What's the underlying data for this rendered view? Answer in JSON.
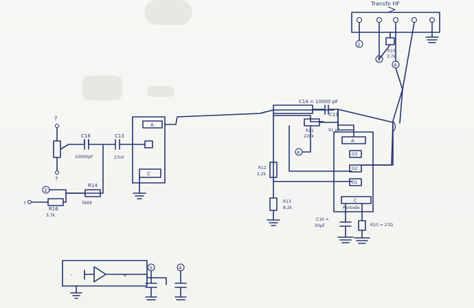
{
  "labels": {
    "transfo_hf": "Transfo HF",
    "r15": "R15",
    "r15_value": "3,7k",
    "c14": "C14 = 10000 pF",
    "c11": "C11",
    "r11": "R11",
    "r11_value": "220k",
    "c11_value": "91 pF",
    "r12": "R12",
    "r12_value": "2,2k",
    "r13": "R13",
    "r13_value": "8,2k",
    "c10": "C10 =",
    "c10_value": "50µF",
    "r10": "R10 = 27Ω",
    "pentode": "Pentode",
    "c16": "C16",
    "c16_value": "10000pF",
    "c13": "C13",
    "c13_value": "27nF",
    "r14": "R14",
    "r14_value": "560k",
    "r16": "R16",
    "r16_value": "3,7k",
    "question_top": "?",
    "question_bottom": "?",
    "question_left": "?",
    "triode_a": "A",
    "triode_c": "C",
    "pentode_a": "A",
    "pentode_g3": "G3",
    "pentode_g2": "G2",
    "pentode_g1": "G1",
    "pentode_c": "C",
    "node_2": "2",
    "node_3_top": "3",
    "node_4_top": "4",
    "node_4_mid": "4",
    "node_3_left": "3",
    "node_3_bottom": "3",
    "node_4_bottom": "4",
    "amp_minus": "-",
    "amp_plus": "+"
  }
}
